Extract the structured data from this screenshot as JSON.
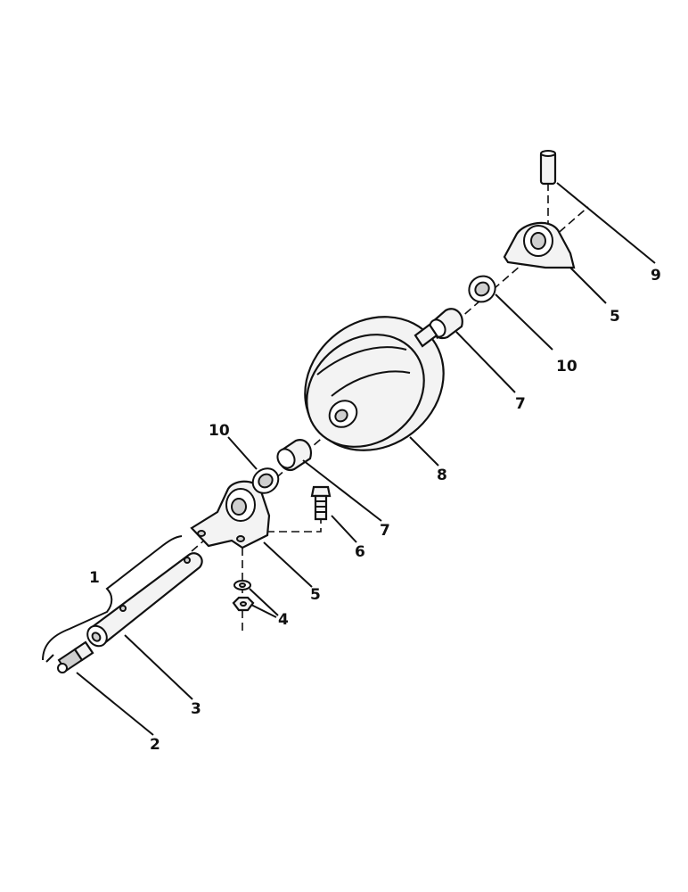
{
  "diagram": {
    "callouts": {
      "c1": "1",
      "c2": "2",
      "c3": "3",
      "c4": "4",
      "c5a": "5",
      "c5b": "5",
      "c6": "6",
      "c7a": "7",
      "c7b": "7",
      "c8": "8",
      "c9": "9",
      "c10a": "10",
      "c10b": "10"
    }
  }
}
